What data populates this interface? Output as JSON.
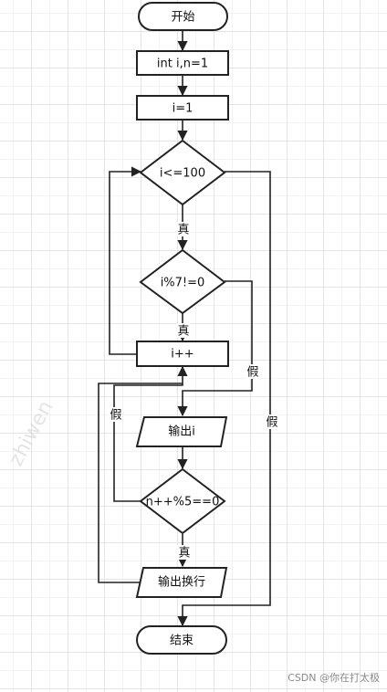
{
  "nodes": {
    "start": "开始",
    "declare": "int i,n=1",
    "init": "i=1",
    "cond_loop": "i<=100",
    "cond_mod7": "i%7!=0",
    "increment": "i++",
    "output_i": "输出i",
    "cond_mod5": "n++%5==0",
    "output_newline": "输出换行",
    "end": "结束"
  },
  "edge_labels": {
    "loop_true": "真",
    "mod7_true": "真",
    "mod7_false": "假",
    "mod5_false": "假",
    "mod5_true": "真",
    "loop_false": "假"
  },
  "watermark": "zhiwen",
  "credit": "CSDN @你在打太极",
  "colors": {
    "stroke": "#222222",
    "fill": "#ffffff",
    "grid": "#e4e4e4"
  }
}
